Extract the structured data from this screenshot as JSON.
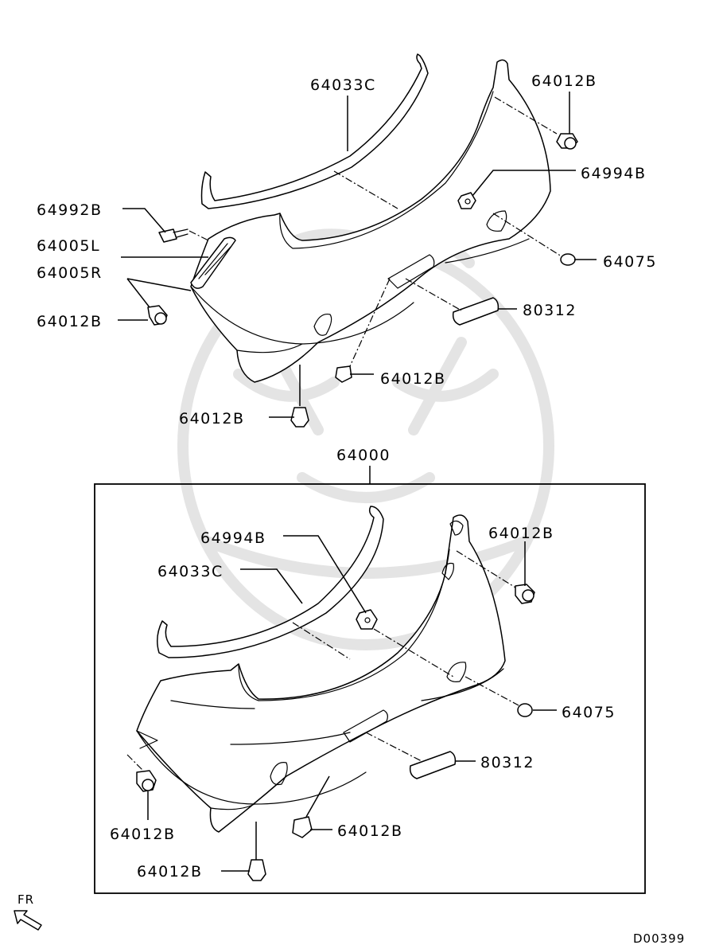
{
  "upper_group": {
    "callouts": [
      "64033C",
      "64012B",
      "64994B",
      "64992B",
      "64005L",
      "64005R",
      "64012B",
      "64075",
      "80312",
      "64012B",
      "64012B"
    ]
  },
  "assembly": {
    "label": "64000",
    "callouts": [
      "64994B",
      "64033C",
      "64012B",
      "64075",
      "80312",
      "64012B",
      "64012B",
      "64012B"
    ]
  },
  "direction_label": "FR",
  "diagram_code": "D00399"
}
